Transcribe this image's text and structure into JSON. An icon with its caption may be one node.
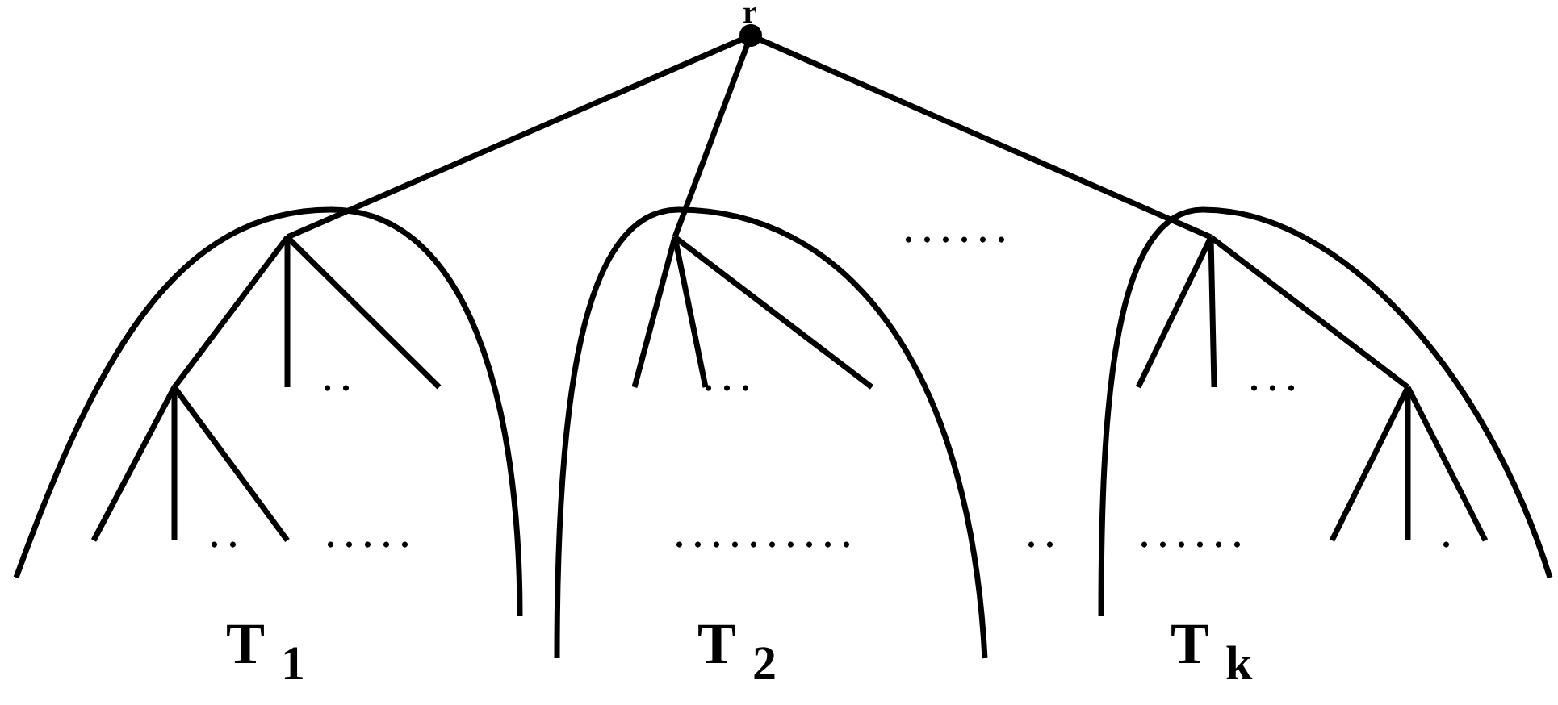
{
  "diagram": {
    "nodes": [
      {
        "text": [],
        "shape": "circle",
        "beside": [
          "r"
        ]
      },
      {
        "text": [
          "T$_{1}$"
        ]
      },
      {
        "text": [
          "T$_{2}$"
        ]
      },
      {
        "text": [
          "T$_{k}$"
        ]
      }
    ],
    "edges": [
      {
        "from": 0,
        "to": 1,
        "arrow": "none"
      },
      {
        "from": 0,
        "to": 2,
        "arrow": "none"
      },
      {
        "from": 0,
        "to": 3,
        "arrow": "none"
      }
    ],
    "labels": [
      "......",
      "..",
      "...",
      "...",
      "..",
      ".....",
      "..........",
      "..",
      "......",
      "."
    ]
  }
}
